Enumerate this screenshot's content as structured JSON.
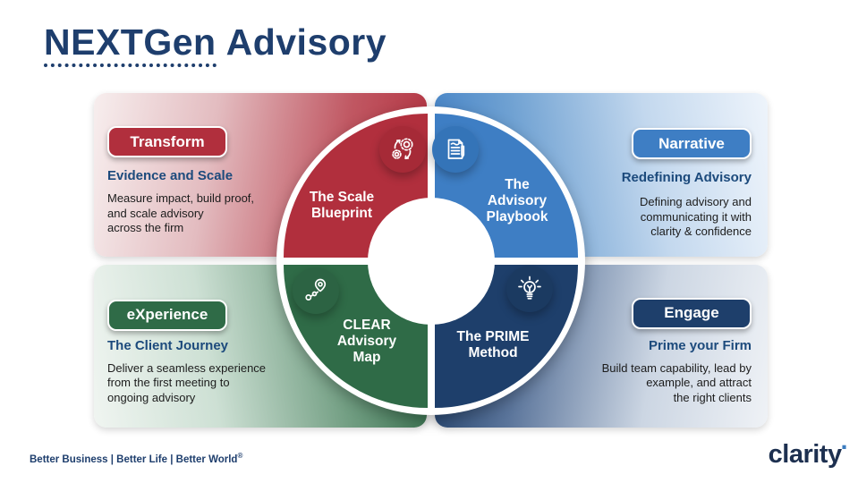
{
  "title": {
    "acronym": "NEXTGen",
    "rest": "Advisory"
  },
  "quadrants": {
    "transform": {
      "button": "Transform",
      "heading": "Evidence and Scale",
      "body": "Measure impact, build proof,\nand scale advisory\nacross the firm"
    },
    "narrative": {
      "button": "Narrative",
      "heading": "Redefining Advisory",
      "body": "Defining advisory and\ncommunicating it with\nclarity & confidence"
    },
    "experience": {
      "button": "eXperience",
      "heading": "The Client Journey",
      "body": "Deliver a seamless experience\nfrom the first meeting to\nongoing advisory"
    },
    "engage": {
      "button": "Engage",
      "heading": "Prime your Firm",
      "body": "Build team capability, lead by\nexample, and attract\nthe right clients"
    }
  },
  "wheel": {
    "top_left": "The Scale\nBlueprint",
    "top_right": "The\nAdvisory\nPlaybook",
    "bottom_left": "CLEAR\nAdvisory\nMap",
    "bottom_right": "The PRIME\nMethod",
    "icons": [
      "gears-sync-icon",
      "document-pencil-icon",
      "route-map-icon",
      "lightbulb-icon"
    ]
  },
  "footer": {
    "tagline": "Better Business | Better Life | Better World",
    "tagline_reg": "®",
    "logo": "clarity",
    "logo_dot": "."
  },
  "colors": {
    "red": "#b12f3d",
    "blue": "#3e7ec4",
    "green": "#2f6b47",
    "navy": "#1e3f6b",
    "heading_navy": "#1c4a7c",
    "title_navy": "#1e3e6d",
    "logo_navy": "#1d3050",
    "logo_dot_blue": "#3c7dc0"
  }
}
